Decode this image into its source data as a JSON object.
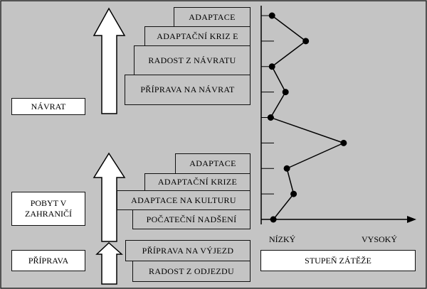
{
  "phases": {
    "return_label": "NÁVRAT",
    "stay_label": "POBYT V\nZAHRANIČÍ",
    "prep_label": "PŘÍPRAVA"
  },
  "return_stages": [
    "ADAPTACE",
    "ADAPTAČNÍ KRIZ E",
    "RADOST Z NÁVRATU",
    "PŘÍPRAVA NA NÁVRAT"
  ],
  "stay_stages": [
    "ADAPTACE",
    "ADAPTAČNÍ KRIZE",
    "ADAPTACE NA KULTURU",
    "POČATEČNÍ NADŠENÍ"
  ],
  "prep_stages": [
    "PŘÍPRAVA NA  VÝJEZD",
    "RADOST Z ODJEZDU"
  ],
  "stress_axis": {
    "low_label": "NÍZKÝ",
    "high_label": "VYSOKÝ",
    "title": "STUPEŇ ZÁTĚŽE"
  },
  "stress_levels": [
    0.08,
    0.33,
    0.08,
    0.18,
    0.07,
    0.61,
    0.19,
    0.24,
    0.09
  ],
  "colors": {
    "panel": "#c4c4c4",
    "line": "#000000",
    "box": "#ffffff"
  }
}
